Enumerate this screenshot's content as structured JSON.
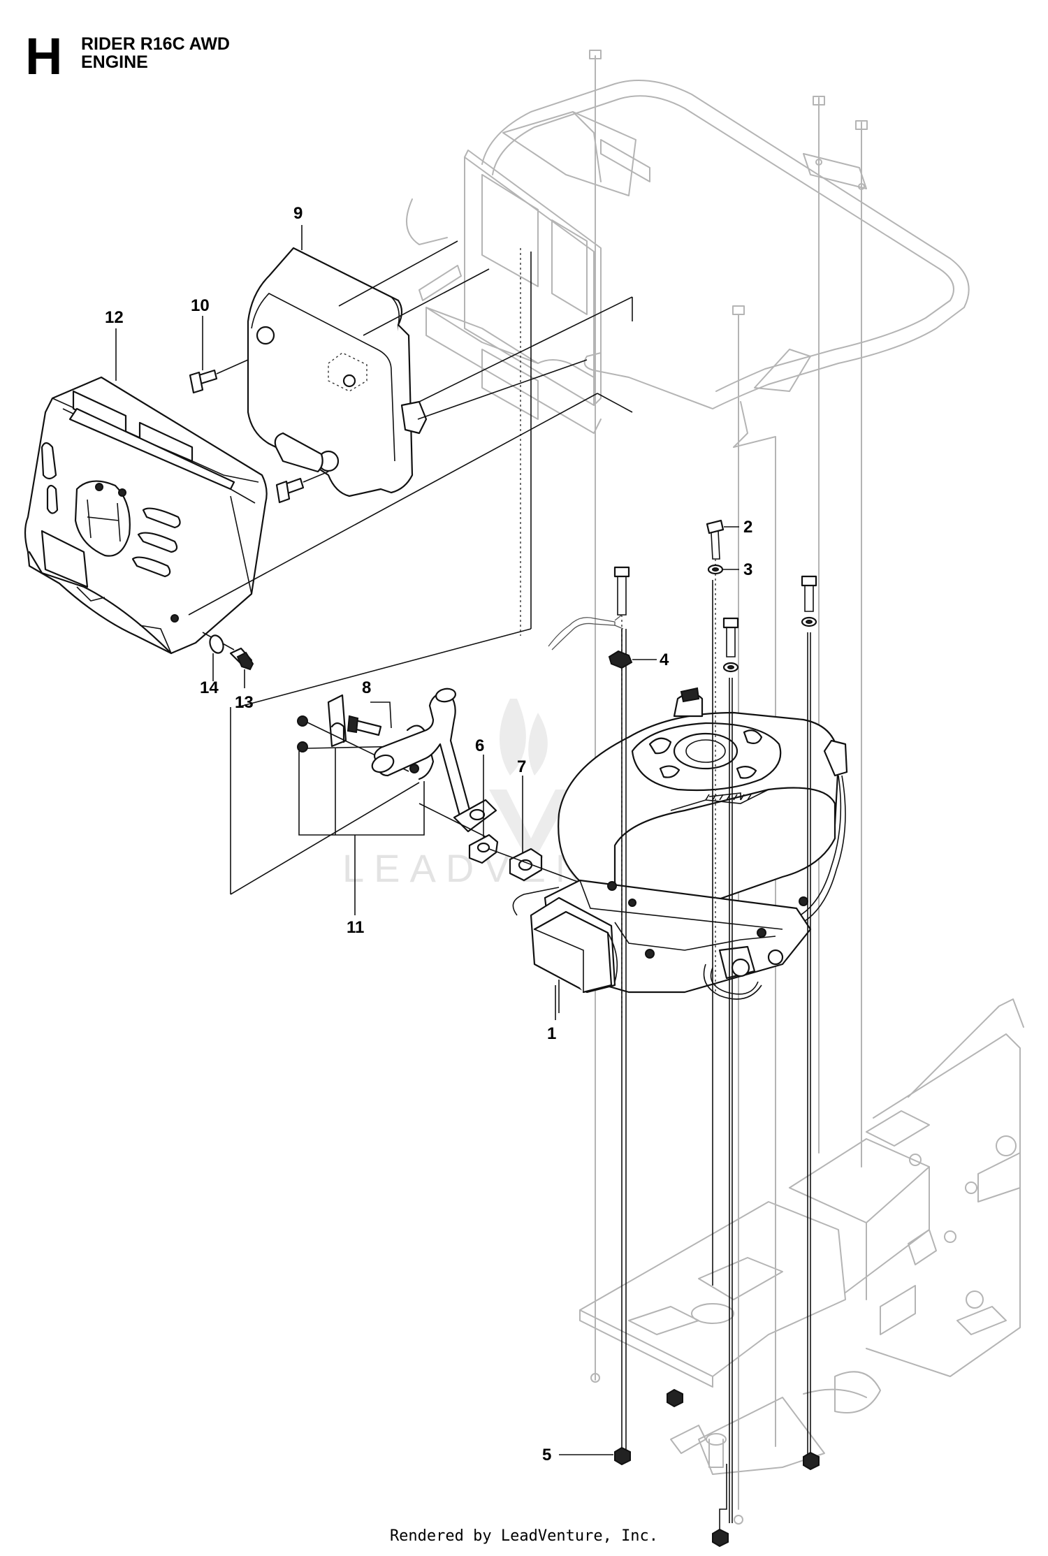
{
  "header": {
    "section_letter": "H",
    "title_line1": "RIDER R16C AWD",
    "title_line2": "ENGINE"
  },
  "watermark": "LEADVENTURE",
  "footer": "Rendered by LeadVenture, Inc.",
  "callouts": [
    "1",
    "2",
    "3",
    "4",
    "5",
    "6",
    "7",
    "8",
    "9",
    "10",
    "11",
    "12",
    "13",
    "14"
  ]
}
